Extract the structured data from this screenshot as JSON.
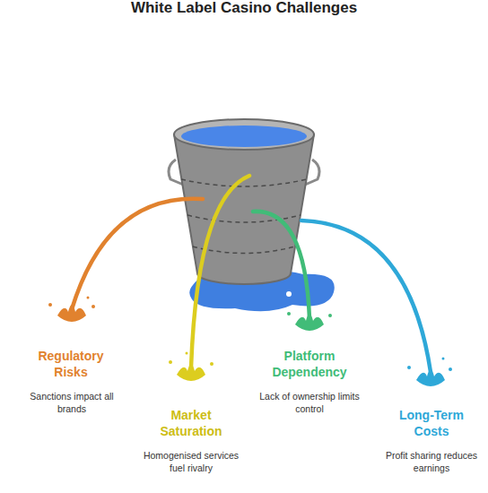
{
  "diagram": {
    "title": "White Label Casino Challenges",
    "labels": [
      "Regulatory Risks",
      "Sanctions impact all brands",
      "Market Saturation",
      "Homogenised services fuel rivalry",
      "Platform Dependency",
      "Lack of ownership limits control",
      "Long-Term Costs",
      "Profit sharing reduces earnings"
    ]
  }
}
